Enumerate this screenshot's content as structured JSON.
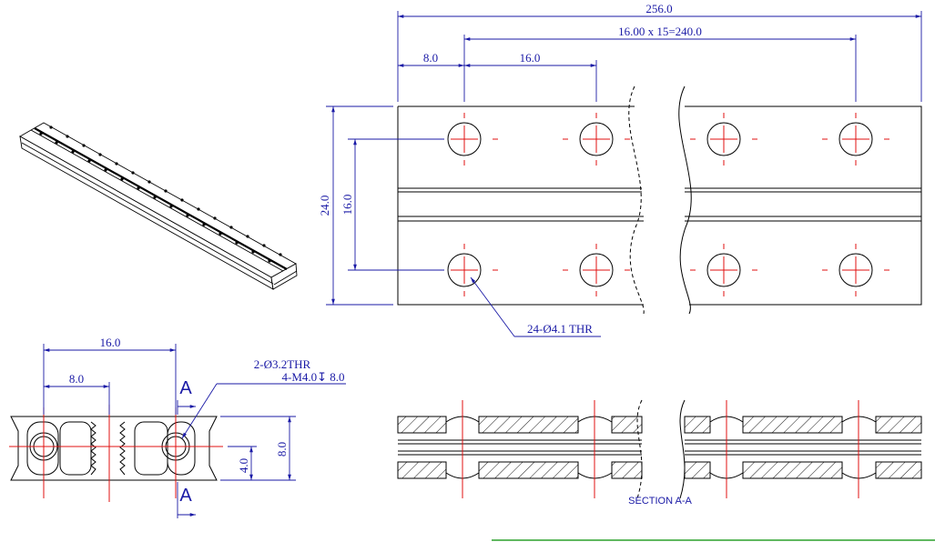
{
  "drawing": {
    "top_view": {
      "overall_length": "256.0",
      "hole_pitch_total": "16.00 x 15=240.0",
      "end_offset": "8.0",
      "pitch": "16.0",
      "width": "24.0",
      "hole_row_spacing": "16.0",
      "hole_callout": "24-Ø4.1 THR"
    },
    "end_view": {
      "pitch": "16.0",
      "end_offset": "8.0",
      "thru_hole_callout": "2-Ø3.2THR",
      "tap_callout": "4-M4.0↧ 8.0",
      "height": "8.0",
      "half_height": "4.0",
      "section_marker_top": "A",
      "section_marker_bottom": "A"
    },
    "section_view": {
      "label": "SECTION A-A"
    },
    "colors": {
      "outline": "#000000",
      "dimension": "#1a1aa6",
      "centerline": "#e01010",
      "accent_line": "#2aa02a"
    }
  }
}
